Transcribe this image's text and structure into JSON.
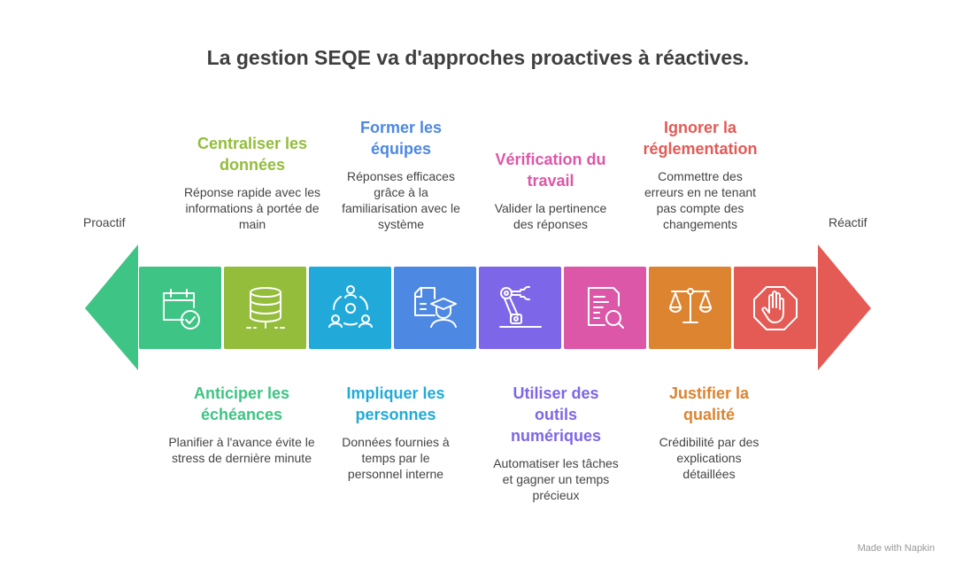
{
  "title": "La gestion SEQE va d'approches proactives à réactives.",
  "left_label": "Proactif",
  "right_label": "Réactif",
  "colors": {
    "green": "#3ec484",
    "olive": "#93bd3b",
    "cyan": "#21aad9",
    "blue": "#4d88e3",
    "purple": "#7e66e8",
    "pink": "#dc57a8",
    "orange": "#dc8430",
    "red": "#e45a55"
  },
  "steps": [
    {
      "title": "Anticiper les échéances",
      "desc": "Planifier à l'avance évite le stress de dernière minute",
      "icon": "calendar-check-icon",
      "color": "#3ec484",
      "pos": "bottom"
    },
    {
      "title": "Centraliser les données",
      "desc": "Réponse rapide avec les informations à portée de main",
      "icon": "database-icon",
      "color": "#93bd3b",
      "pos": "top"
    },
    {
      "title": "Impliquer les personnes",
      "desc": "Données fournies à temps par le personnel interne",
      "icon": "team-gear-icon",
      "color": "#21aad9",
      "pos": "bottom"
    },
    {
      "title": "Former les équipes",
      "desc": "Réponses efficaces grâce à la familiarisation avec le système",
      "icon": "training-icon",
      "color": "#4d88e3",
      "pos": "top"
    },
    {
      "title": "Utiliser des outils numériques",
      "desc": "Automatiser les tâches et gagner un temps précieux",
      "icon": "robot-arm-icon",
      "color": "#7e66e8",
      "pos": "bottom"
    },
    {
      "title": "Vérification du travail",
      "desc": "Valider la pertinence des réponses",
      "icon": "document-search-icon",
      "color": "#dc57a8",
      "pos": "top"
    },
    {
      "title": "Justifier la qualité",
      "desc": "Crédibilité par des explications détaillées",
      "icon": "scales-icon",
      "color": "#dc8430",
      "pos": "bottom"
    },
    {
      "title": "Ignorer la réglementation",
      "desc": "Commettre des erreurs en ne tenant pas compte des changements",
      "icon": "stop-hand-icon",
      "color": "#e45a55",
      "pos": "top"
    }
  ],
  "footer": "Made with Napkin"
}
